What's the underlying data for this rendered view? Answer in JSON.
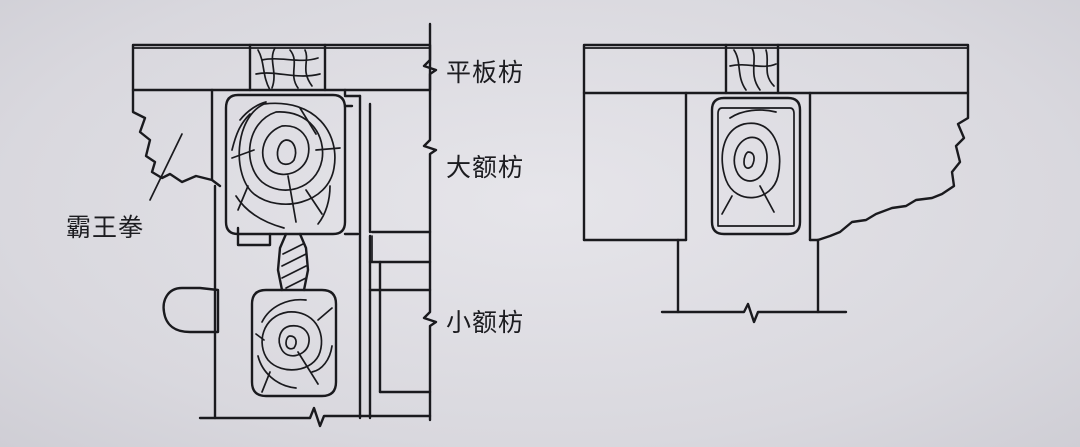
{
  "labels": {
    "pingbanfang": "平板枋",
    "dae_fang": "大额枋",
    "xiaoe_fang": "小额枋",
    "bawangquan": "霸王拳"
  }
}
